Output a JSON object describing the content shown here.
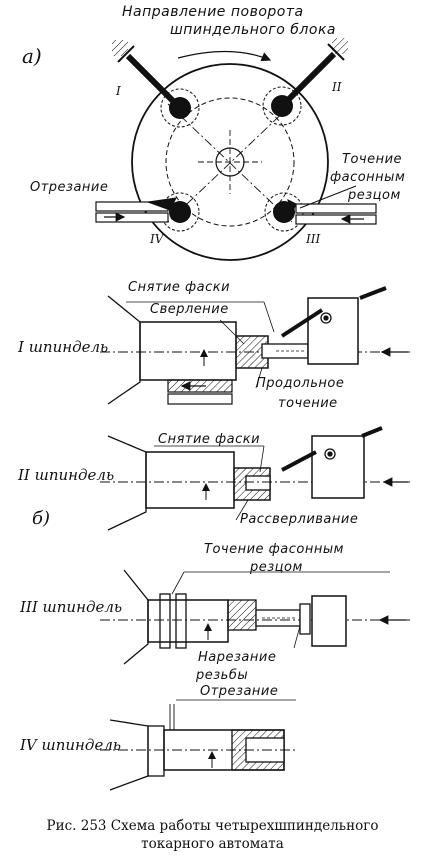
{
  "part_a": {
    "letter": "а)",
    "rotation_label_line1": "Направление поворота",
    "rotation_label_line2": "шпиндельного блока",
    "positions": [
      "I",
      "II",
      "III",
      "IV"
    ],
    "cutoff_label": "Отрезание",
    "form_turning_line1": "Точение",
    "form_turning_line2": "фасонным",
    "form_turning_line3": "резцом"
  },
  "part_b": {
    "letter": "б)",
    "spindle1": {
      "label": "I шпиндель",
      "chamfer": "Снятие фаски",
      "drilling": "Сверление",
      "long_turning_line1": "Продольное",
      "long_turning_line2": "точение"
    },
    "spindle2": {
      "label": "II шпиндель",
      "chamfer": "Снятие фаски",
      "reaming": "Рассверливание"
    },
    "spindle3": {
      "label": "III шпиндель",
      "form_turning_line1": "Точение фасонным",
      "form_turning_line2": "резцом",
      "threading_line1": "Нарезание",
      "threading_line2": "резьбы"
    },
    "spindle4": {
      "label": "IV шпиндель",
      "cutoff": "Отрезание"
    }
  },
  "caption": {
    "line1": "Рис. 253 Схема работы четырехшпиндельного",
    "line2": "токарного автомата"
  }
}
